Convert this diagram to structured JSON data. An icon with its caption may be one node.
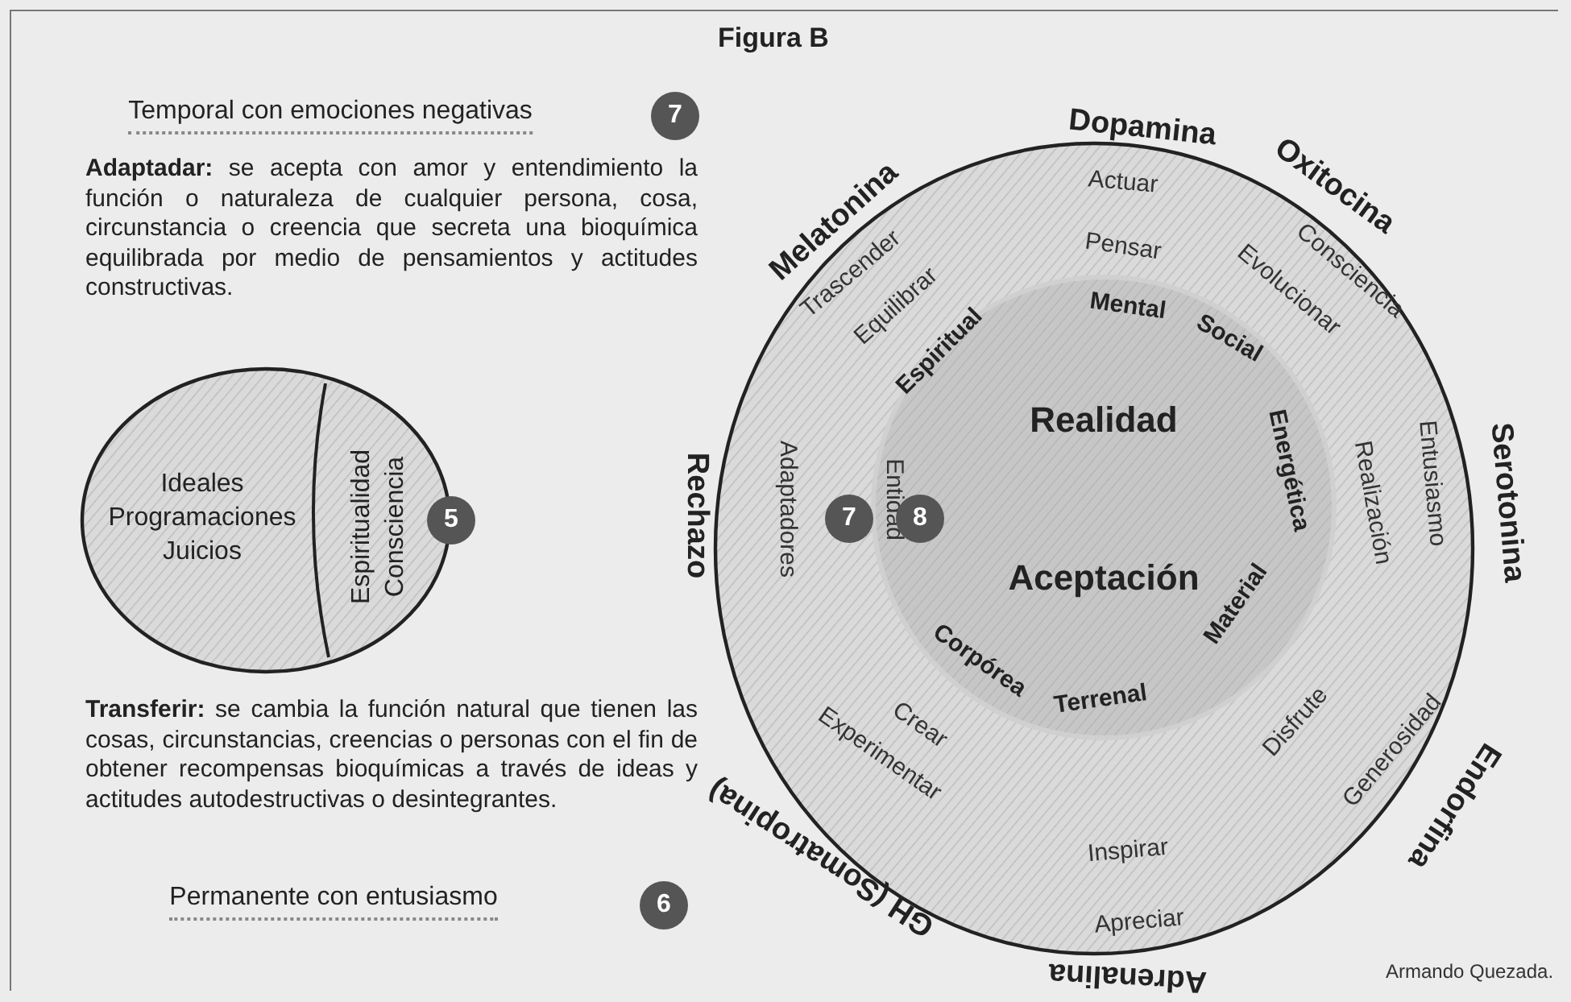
{
  "diagram": {
    "title": "Figura B",
    "nodes": [
      {
        "text": [
          "Ideales Programaciones Juicios"
        ]
      },
      {
        "text": [
          "Espiritualidad Consciencia"
        ],
        "in": 0
      },
      {
        "text": [],
        "shape": "circle"
      },
      {
        "text": [
          "Realidad",
          "Aceptación"
        ],
        "in": 2
      }
    ],
    "labels": [
      "Temporal con emociones negativas",
      "7",
      "**Adaptadar:** se acepta con amor y entendimiento la función o naturaleza de cualquier persona, cosa, circunstancia o creencia que secreta una bioquímica equilibrada por medio de pensamientos y actitudes constructivas.",
      "Dopamina",
      "Melatonina",
      "Oxitocina",
      "Actuar",
      "Pensar",
      "Trascender",
      "Equilibrar",
      "Consciencia",
      "Evolucionar",
      "Espiritual",
      "Mental",
      "Social",
      "5",
      "Rechazo",
      "Adaptadores",
      "7",
      "Entidad",
      "8",
      "Energética",
      "Realización",
      "Entusiasmo",
      "Serotonina",
      "Corpórea",
      "Terrenal",
      "Material",
      "**Transferir:** se cambia la función natural que tienen las cosas, circunstancias, creencias o personas con el fin de obtener recompensas bioquímicas a través de ideas y actitudes autodestructivas o desintegrantes.",
      "Crear",
      "Experimentar",
      "Disfrute",
      "Generosidad",
      "Endorfina",
      "Inspirar",
      "Apreciar",
      "Permanente con entusiasmo",
      "6",
      "GH (Somatropina)",
      "Adrenalina",
      "Armando Quezada."
    ]
  }
}
